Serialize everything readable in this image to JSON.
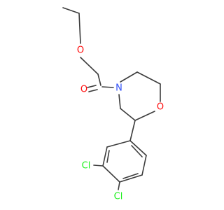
{
  "diagram": {
    "type": "chemical-structure",
    "atoms": {
      "ether_oxygen": {
        "text": "O",
        "color": "#ff0d0d"
      },
      "carbonyl_oxygen": {
        "text": "O",
        "color": "#ff0d0d"
      },
      "ring_nitrogen": {
        "text": "N",
        "color": "#3050f8"
      },
      "ring_oxygen": {
        "text": "O",
        "color": "#ff0d0d"
      },
      "chlorine_meta": {
        "text": "Cl",
        "color": "#1ff01f"
      },
      "chlorine_para": {
        "text": "Cl",
        "color": "#1ff01f"
      }
    },
    "bond_color": "#3c3c3c",
    "background": "#ffffff"
  }
}
